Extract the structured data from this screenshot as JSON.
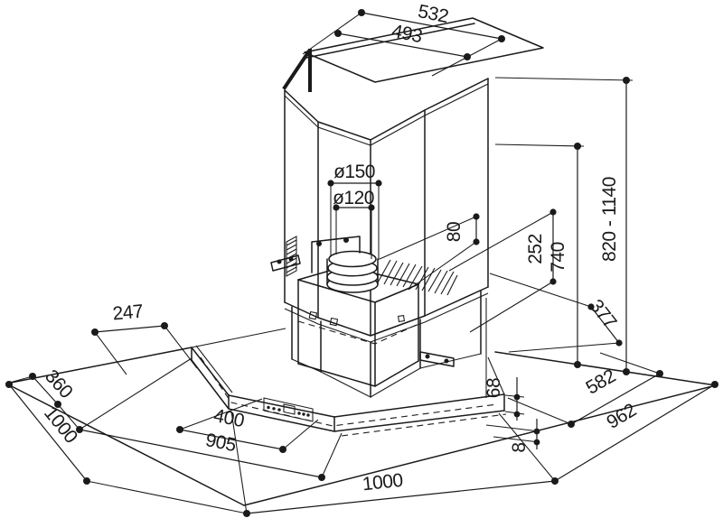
{
  "drawing": {
    "kind": "isometric dimensional line drawing",
    "subject": "corner chimney cooker hood installation dimensions",
    "colors": {
      "line": "#1a1a1a",
      "background": "#ffffff"
    }
  },
  "dims": {
    "top_outer_width": "532",
    "top_inner_width": "493",
    "duct_diameter_outer": "ø150",
    "duct_diameter_inner": "ø120",
    "spigot_height": "80",
    "upper_chimney_section": "252",
    "chimney_height": "740",
    "mounting_height_range": "820 - 1140",
    "chimney_depth": "377",
    "wall_offset": "247",
    "left_side_depth": "360",
    "left_side_length": "1000",
    "control_panel_width": "400",
    "body_width_left": "905",
    "front_width": "1000",
    "canopy_front_height": "68",
    "canopy_lip": "8",
    "right_side_depth": "582",
    "right_side_length": "962"
  }
}
